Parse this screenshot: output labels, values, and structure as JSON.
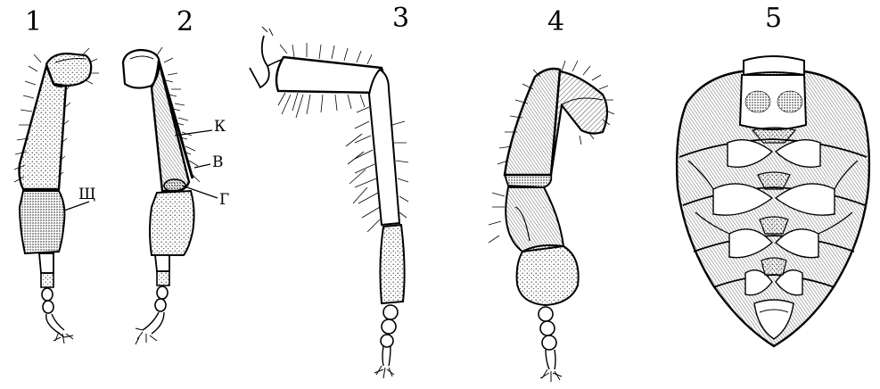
{
  "figure_numbers": [
    "1",
    "2",
    "3",
    "4",
    "5"
  ],
  "callouts": {
    "shch": "Щ",
    "k": "К",
    "v": "В",
    "g": "Г"
  },
  "panels": [
    {
      "number": "1",
      "subject": "leg",
      "labels": [
        "Щ"
      ]
    },
    {
      "number": "2",
      "subject": "leg",
      "labels": [
        "К",
        "В",
        "Г"
      ]
    },
    {
      "number": "3",
      "subject": "leg",
      "labels": []
    },
    {
      "number": "4",
      "subject": "leg",
      "labels": []
    },
    {
      "number": "5",
      "subject": "abdomen",
      "labels": []
    }
  ]
}
